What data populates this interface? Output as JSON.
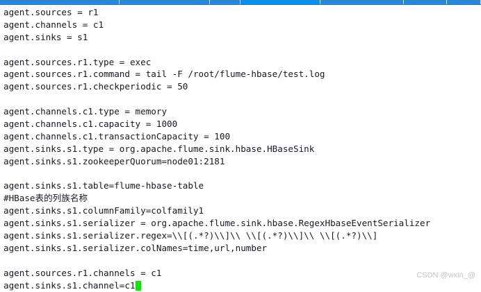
{
  "window": {
    "tabbar": {
      "name": "terminal-tab-strip",
      "background_color": "#2a86d8",
      "active_color": "#0a90ec",
      "tabs": [
        {
          "label": "",
          "active": false,
          "width": 172
        },
        {
          "label": "",
          "active": false,
          "width": 130
        },
        {
          "label": "",
          "active": false,
          "width": 44
        },
        {
          "label": "",
          "active": true,
          "width": 115
        },
        {
          "label": "",
          "active": false,
          "width": 120
        },
        {
          "label": "",
          "active": false,
          "width": 62
        },
        {
          "label": "",
          "active": false,
          "width": 49
        }
      ]
    }
  },
  "editor": {
    "name": "vim-editor",
    "background_color": "#ffffff",
    "text_color": "#16181f",
    "cursor_color": "#00ec00",
    "tilde_color": "#3b4a7a",
    "lines": [
      "agent.sources = r1",
      "agent.channels = c1",
      "agent.sinks = s1",
      "",
      "agent.sources.r1.type = exec",
      "agent.sources.r1.command = tail -F /root/flume-hbase/test.log",
      "agent.sources.r1.checkperiodic = 50",
      "",
      "agent.channels.c1.type = memory",
      "agent.channels.c1.capacity = 1000",
      "agent.channels.c1.transactionCapacity = 100",
      "agent.sinks.s1.type = org.apache.flume.sink.hbase.HBaseSink",
      "agent.sinks.s1.zookeeperQuorum=node01:2181",
      "",
      "agent.sinks.s1.table=flume-hbase-table",
      "#HBase表的列族名称",
      "agent.sinks.s1.columnFamily=colfamily1",
      "agent.sinks.s1.serializer = org.apache.flume.sink.hbase.RegexHbaseEventSerializer",
      "agent.sinks.s1.serializer.regex=\\\\[(.*?)\\\\]\\\\ \\\\[(.*?)\\\\]\\\\ \\\\[(.*?)\\\\]",
      "agent.sinks.s1.serializer.colNames=time,url,number",
      "",
      "agent.sources.r1.channels = c1"
    ],
    "cursor_line": "agent.sinks.s1.channel=c1",
    "empty_line_marker": "~"
  },
  "watermark": {
    "text": "CSDN @wxin_@"
  }
}
